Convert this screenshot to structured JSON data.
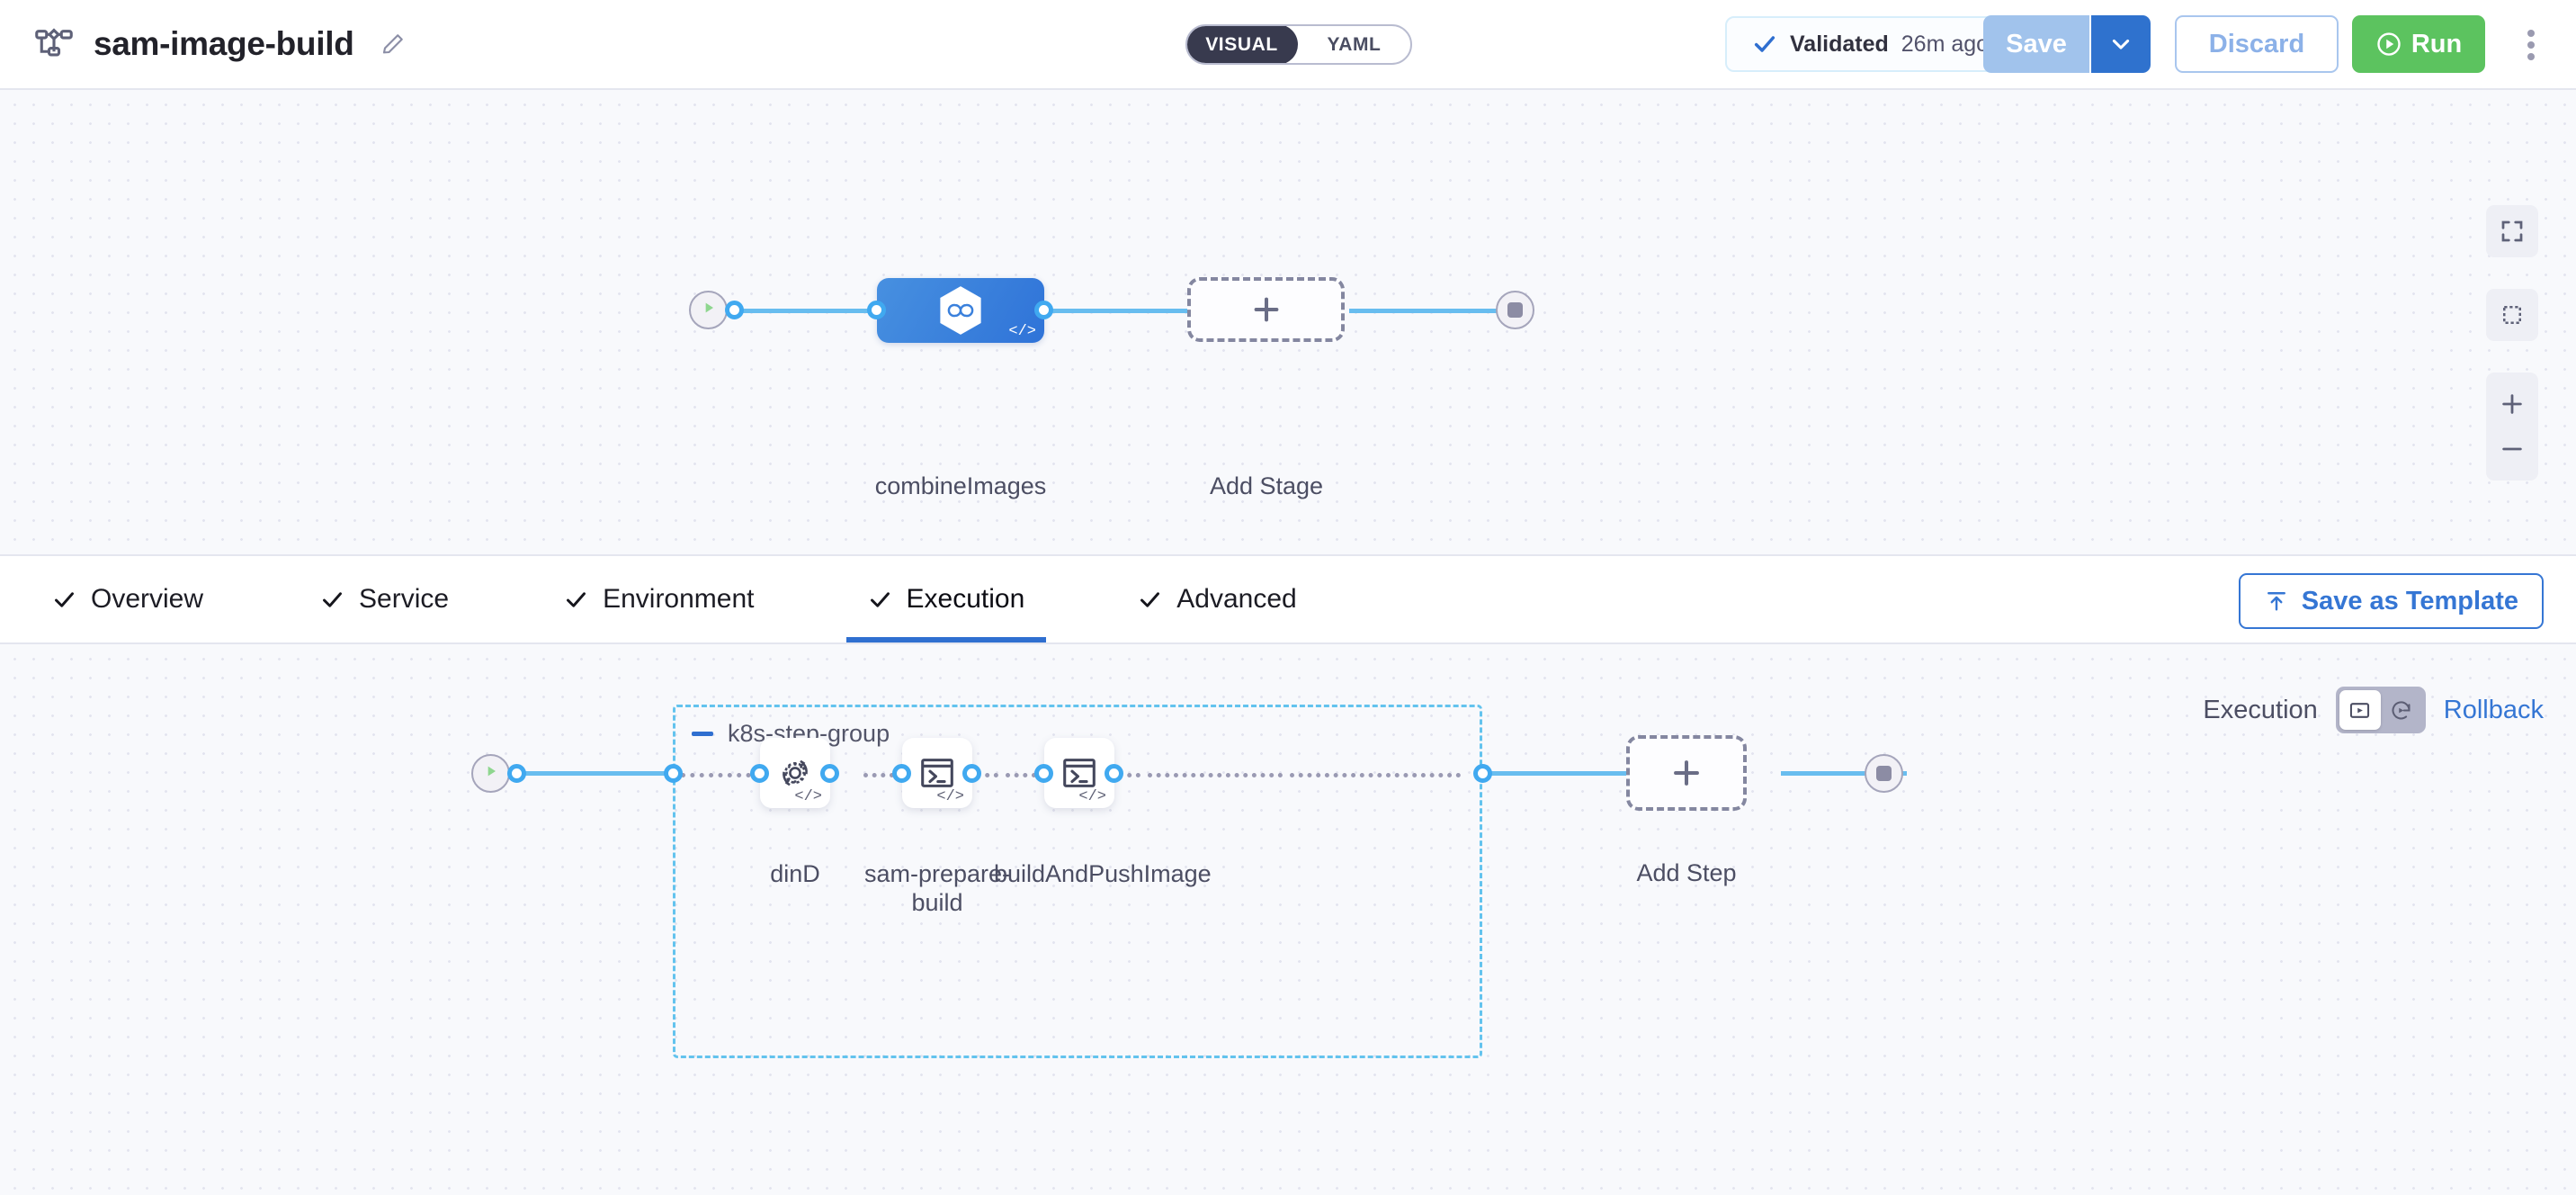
{
  "header": {
    "pipeline_icon": "pipeline-icon",
    "title": "sam-image-build",
    "edit_icon": "pencil-icon",
    "view_toggle": {
      "visual": "VISUAL",
      "yaml": "YAML",
      "selected": "VISUAL"
    },
    "validation": {
      "icon": "check-icon",
      "label": "Validated",
      "time": "26m ago"
    },
    "save_label": "Save",
    "save_caret_icon": "chevron-down-icon",
    "discard_label": "Discard",
    "run_label": "Run",
    "run_icon": "play-circle-icon",
    "more_icon": "kebab-menu-icon"
  },
  "stage_canvas": {
    "start_icon": "play-icon",
    "end_icon": "stop-icon",
    "stage": {
      "name": "combineImages",
      "logo_icon": "harness-hexagon-icon",
      "code_badge": "</>"
    },
    "add_stage": {
      "label": "Add Stage",
      "icon": "plus-icon"
    },
    "zoom_controls": [
      {
        "name": "fit-to-screen",
        "icon": "expand-icon"
      },
      {
        "name": "selection-box",
        "icon": "marquee-select-icon"
      },
      {
        "name": "zoom-in",
        "icon": "plus-icon"
      },
      {
        "name": "zoom-out",
        "icon": "minus-icon"
      }
    ]
  },
  "tabs": [
    {
      "label": "Overview",
      "icon": "check-icon",
      "active": false
    },
    {
      "label": "Service",
      "icon": "check-icon",
      "active": false
    },
    {
      "label": "Environment",
      "icon": "check-icon",
      "active": false
    },
    {
      "label": "Execution",
      "icon": "check-icon",
      "active": true
    },
    {
      "label": "Advanced",
      "icon": "check-icon",
      "active": false
    }
  ],
  "save_as_template": {
    "label": "Save as Template",
    "icon": "upload-template-icon"
  },
  "execution_canvas": {
    "start_icon": "play-icon",
    "end_icon": "stop-icon",
    "group": {
      "title": "k8s-step-group",
      "collapse_icon": "minus-icon"
    },
    "steps": [
      {
        "name": "dinD",
        "icon": "gear-rotate-icon",
        "code_badge": "</>"
      },
      {
        "name": "sam-prepare-build",
        "icon": "terminal-icon",
        "code_badge": "</>"
      },
      {
        "name": "buildAndPushImage",
        "icon": "terminal-icon",
        "code_badge": "</>"
      }
    ],
    "add_step": {
      "label": "Add Step",
      "icon": "plus-icon"
    }
  },
  "execution_controls": {
    "label": "Execution",
    "mode_execution_icon": "play-box-icon",
    "mode_rollback_icon": "rollback-icon",
    "selected_mode": "execution",
    "rollback_label": "Rollback"
  },
  "colors": {
    "accent_blue": "#2f6fd0",
    "edge_blue": "#68bdef",
    "run_green": "#5cc35f",
    "canvas_bg": "#f8f9fc",
    "group_border": "#63c3ee"
  }
}
